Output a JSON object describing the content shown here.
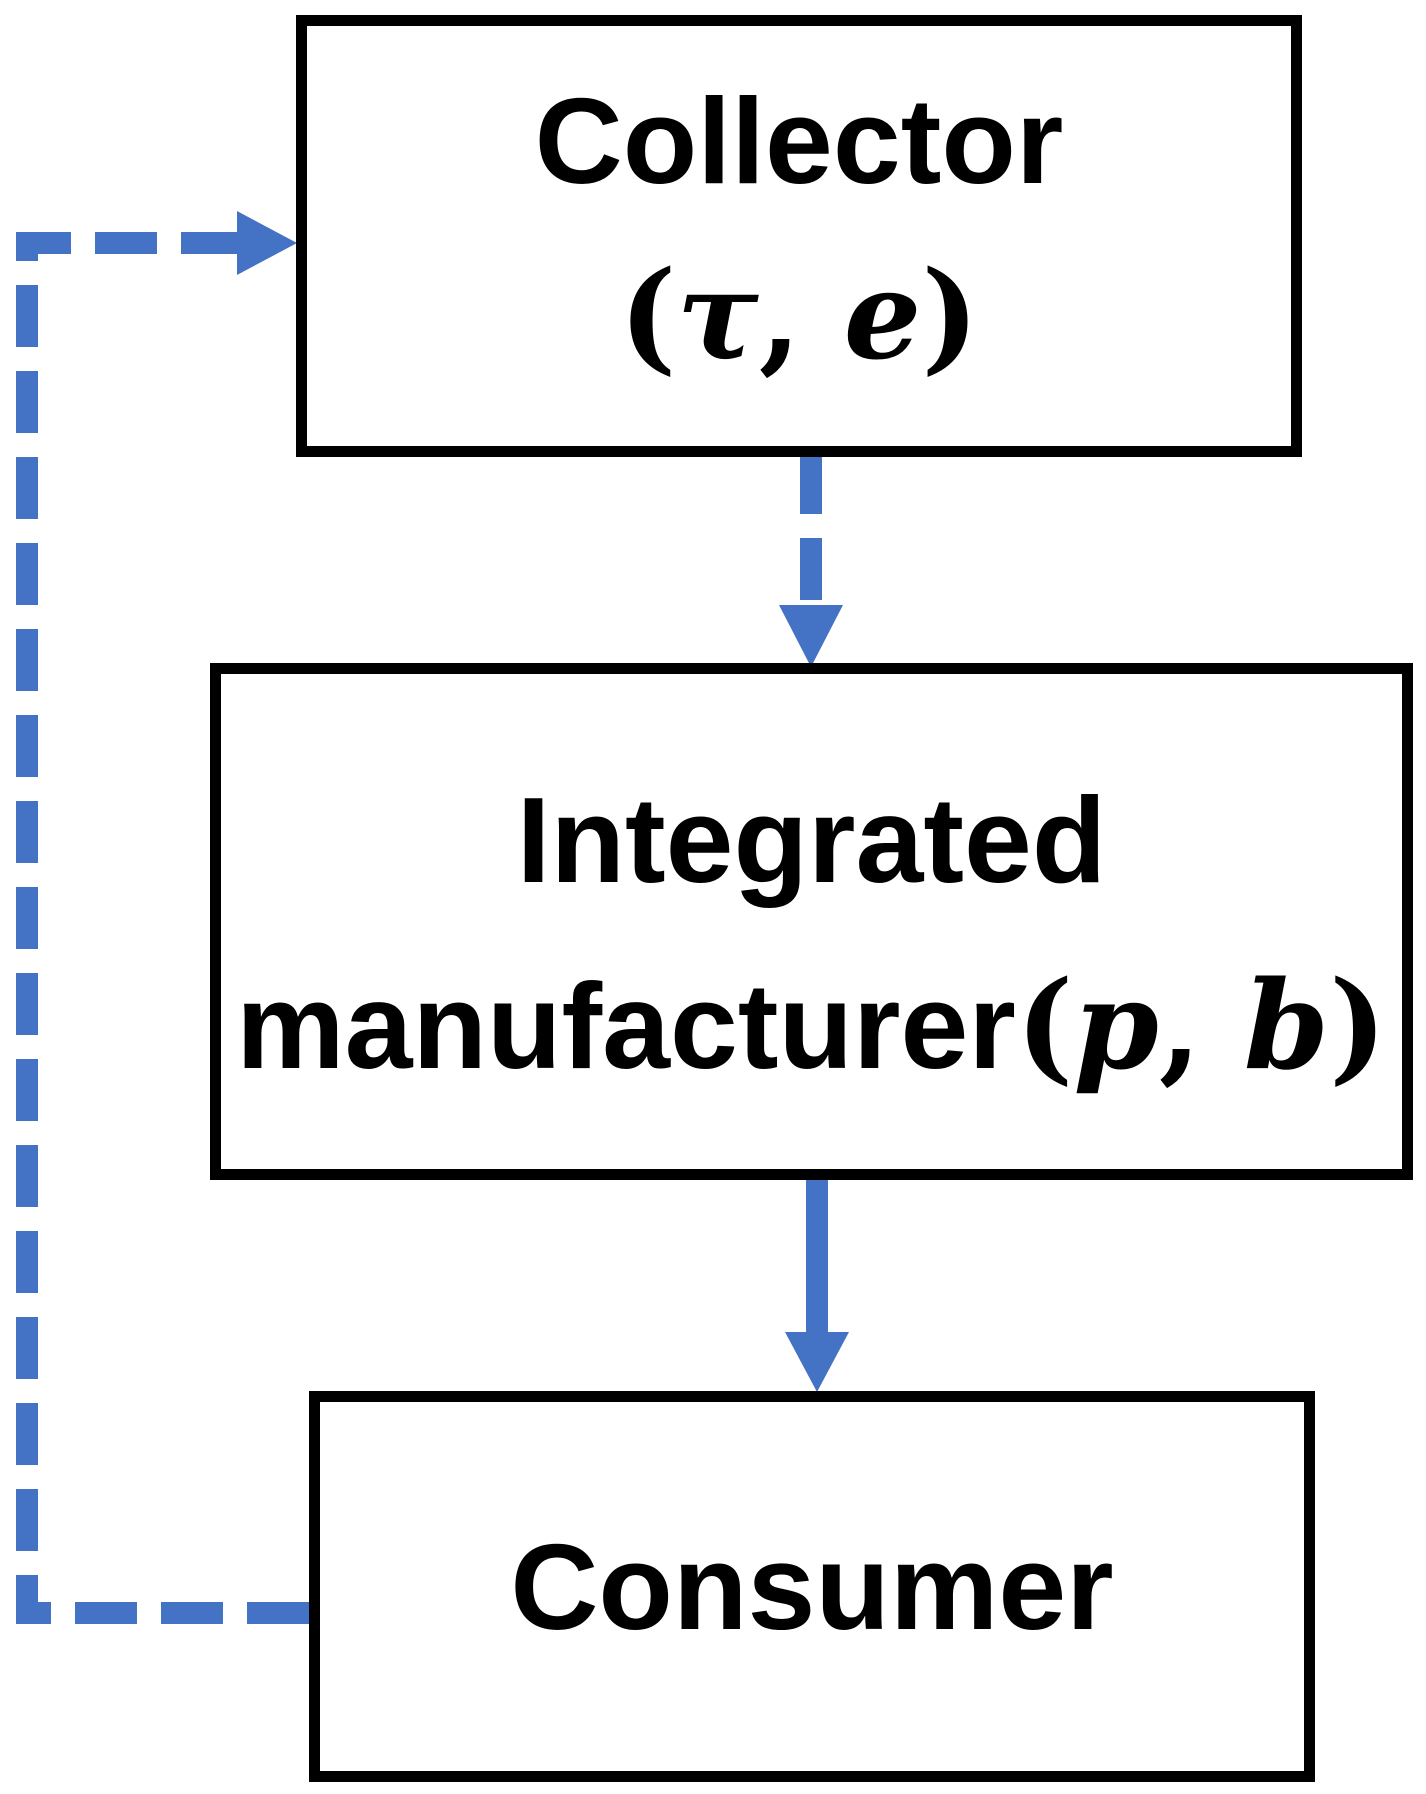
{
  "colors": {
    "arrow": "#4472C4",
    "border": "#000000",
    "text": "#000000",
    "background": "#FFFFFF"
  },
  "nodes": {
    "collector": {
      "title": "Collector",
      "params": {
        "open": "(",
        "tau": "τ",
        "sep": ", ",
        "e": "e",
        "close": ")"
      }
    },
    "manufacturer": {
      "line1": "Integrated",
      "line2_text": "manufacturer",
      "params": {
        "open": "(",
        "p": "p",
        "sep": ", ",
        "b": "b",
        "close": ")"
      }
    },
    "consumer": {
      "title": "Consumer"
    }
  },
  "arrows": [
    {
      "id": "collector-to-manufacturer",
      "from": "collector",
      "to": "manufacturer",
      "style": "dashed",
      "direction": "down"
    },
    {
      "id": "manufacturer-to-consumer",
      "from": "manufacturer",
      "to": "consumer",
      "style": "solid",
      "direction": "down"
    },
    {
      "id": "consumer-to-collector",
      "from": "consumer",
      "to": "collector",
      "style": "dashed",
      "direction": "left-up-right"
    }
  ]
}
